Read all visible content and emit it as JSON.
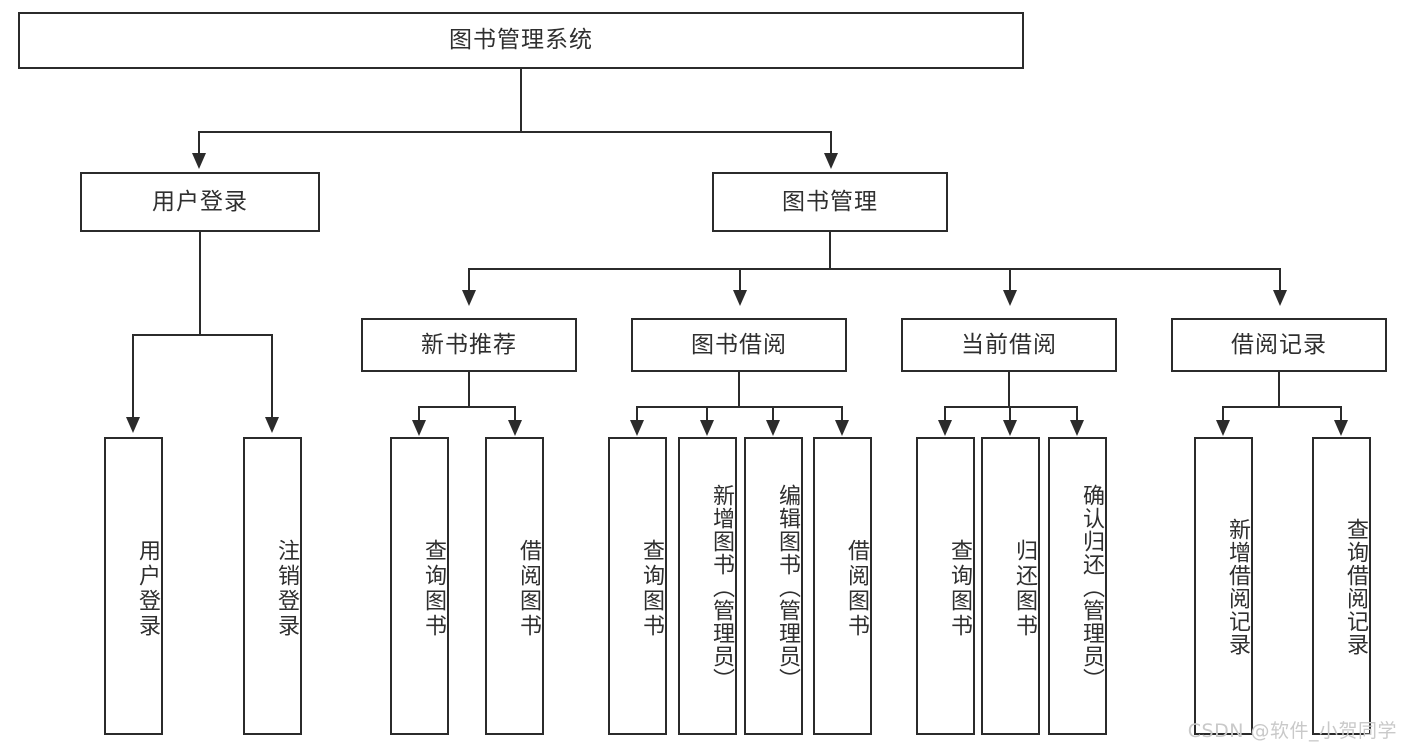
{
  "diagram": {
    "type": "tree-hierarchy",
    "title": "图书管理系统",
    "watermark": "CSDN @软件_小贺同学",
    "colors": {
      "stroke": "#2b2b2b",
      "text": "#2f2f2f",
      "background": "#ffffff",
      "watermark": "#c9c9c9"
    },
    "levels": {
      "root": "图书管理系统",
      "level2": [
        "用户登录",
        "图书管理"
      ],
      "level3": [
        "新书推荐",
        "图书借阅",
        "当前借阅",
        "借阅记录"
      ]
    },
    "nodes": {
      "root": {
        "label": "图书管理系统"
      },
      "user_login": {
        "label": "用户登录"
      },
      "book_manage": {
        "label": "图书管理"
      },
      "new_book_rec": {
        "label": "新书推荐"
      },
      "book_borrow": {
        "label": "图书借阅"
      },
      "current_borrow": {
        "label": "当前借阅"
      },
      "borrow_record": {
        "label": "借阅记录"
      },
      "leaf_user_login": {
        "label": "用户登录"
      },
      "leaf_logout": {
        "label": "注销登录"
      },
      "leaf_query_book_1": {
        "label": "查询图书"
      },
      "leaf_borrow_book_1": {
        "label": "借阅图书"
      },
      "leaf_query_book_2": {
        "label": "查询图书"
      },
      "leaf_add_book": {
        "label": "新增图书（管理员）"
      },
      "leaf_edit_book": {
        "label": "编辑图书（管理员）"
      },
      "leaf_borrow_book_2": {
        "label": "借阅图书"
      },
      "leaf_query_book_3": {
        "label": "查询图书"
      },
      "leaf_return_book": {
        "label": "归还图书"
      },
      "leaf_confirm_return": {
        "label": "确认归还（管理员）"
      },
      "leaf_add_record": {
        "label": "新增借阅记录"
      },
      "leaf_query_record": {
        "label": "查询借阅记录"
      }
    },
    "edges": [
      {
        "from": "root",
        "to": "user_login"
      },
      {
        "from": "root",
        "to": "book_manage"
      },
      {
        "from": "user_login",
        "to": "leaf_user_login"
      },
      {
        "from": "user_login",
        "to": "leaf_logout"
      },
      {
        "from": "book_manage",
        "to": "new_book_rec"
      },
      {
        "from": "book_manage",
        "to": "book_borrow"
      },
      {
        "from": "book_manage",
        "to": "current_borrow"
      },
      {
        "from": "book_manage",
        "to": "borrow_record"
      },
      {
        "from": "new_book_rec",
        "to": "leaf_query_book_1"
      },
      {
        "from": "new_book_rec",
        "to": "leaf_borrow_book_1"
      },
      {
        "from": "book_borrow",
        "to": "leaf_query_book_2"
      },
      {
        "from": "book_borrow",
        "to": "leaf_add_book"
      },
      {
        "from": "book_borrow",
        "to": "leaf_edit_book"
      },
      {
        "from": "book_borrow",
        "to": "leaf_borrow_book_2"
      },
      {
        "from": "current_borrow",
        "to": "leaf_query_book_3"
      },
      {
        "from": "current_borrow",
        "to": "leaf_return_book"
      },
      {
        "from": "current_borrow",
        "to": "leaf_confirm_return"
      },
      {
        "from": "borrow_record",
        "to": "leaf_add_record"
      },
      {
        "from": "borrow_record",
        "to": "leaf_query_record"
      }
    ]
  }
}
